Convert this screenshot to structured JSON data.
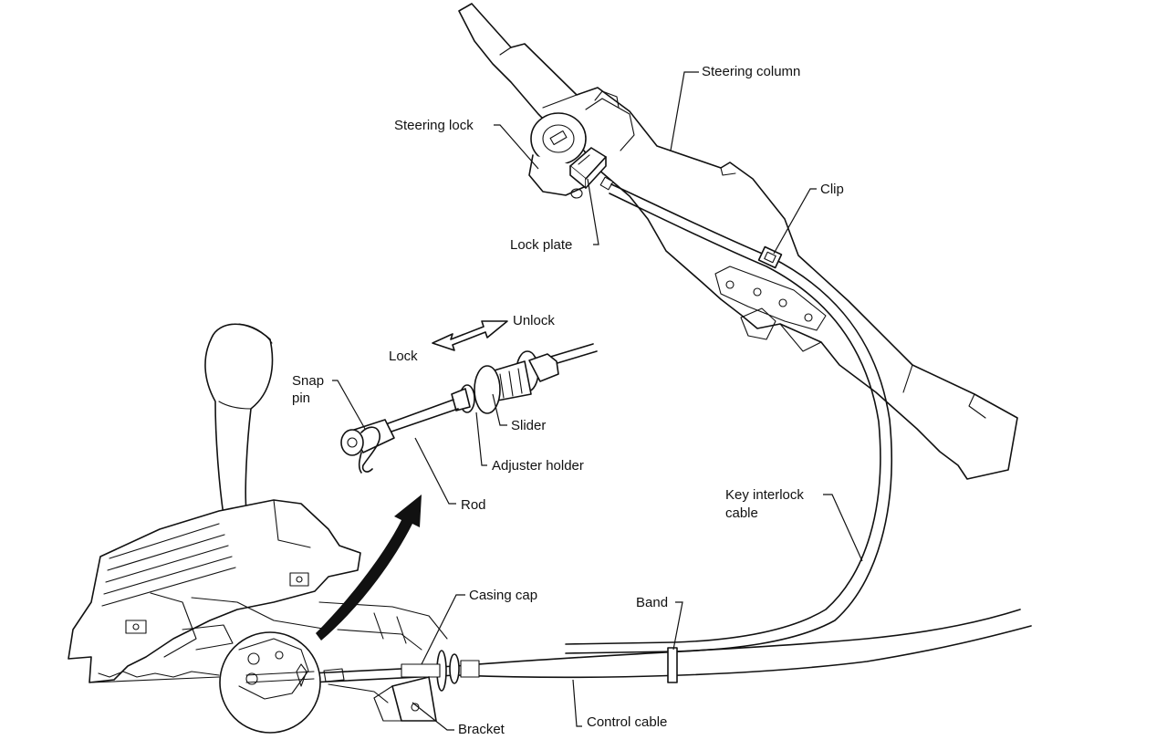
{
  "labels": {
    "steering_column": "Steering column",
    "steering_lock": "Steering lock",
    "clip": "Clip",
    "lock_plate": "Lock plate",
    "unlock": "Unlock",
    "lock": "Lock",
    "snap_pin_1": "Snap",
    "snap_pin_2": "pin",
    "slider": "Slider",
    "adjuster_holder": "Adjuster holder",
    "rod": "Rod",
    "key_interlock_1": "Key interlock",
    "key_interlock_2": "cable",
    "casing_cap": "Casing cap",
    "band": "Band",
    "bracket": "Bracket",
    "control_cable": "Control cable"
  }
}
